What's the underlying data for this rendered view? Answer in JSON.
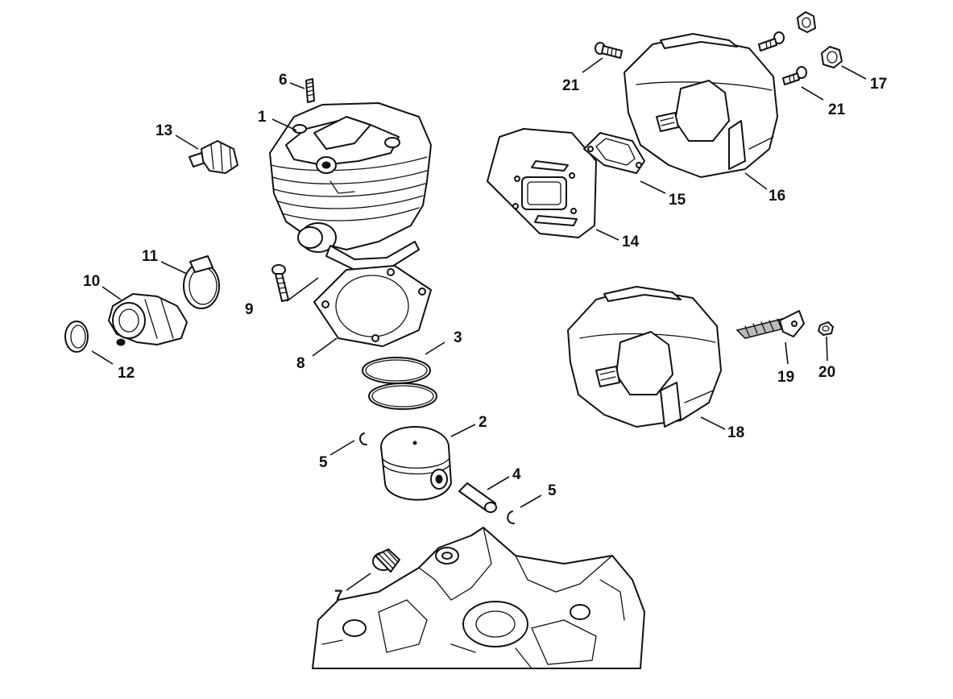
{
  "diagram": {
    "callouts": [
      "1",
      "2",
      "3",
      "4",
      "5",
      "5",
      "6",
      "7",
      "8",
      "9",
      "10",
      "11",
      "12",
      "13",
      "14",
      "15",
      "16",
      "17",
      "18",
      "19",
      "20",
      "21",
      "21"
    ],
    "colors": {
      "line": "#111111",
      "background": "#ffffff",
      "shade": "#bbbbbb"
    }
  }
}
